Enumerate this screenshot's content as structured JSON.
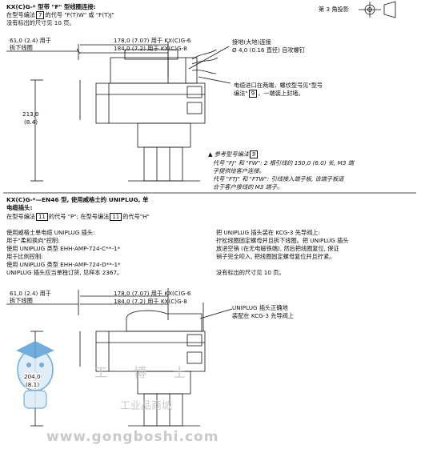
{
  "header": {
    "title_line1": "KX(C)G-* 型带 \"F\" 型线圈连接:",
    "title_line2_pre": "在型号编法",
    "title_line2_box": "7",
    "title_line2_post": "的代号 \"F(T)W\" 或 \"F(T)J\"",
    "title_line3": "没有标出的尺寸见 10 页。",
    "projection_label": "第 3 角投影"
  },
  "section1": {
    "dim_left_1": "61,0 (2.4) 用于",
    "dim_left_2": "拆下线圈",
    "dim_178": "178,0 (7.07) 用于 KX(C)G-6",
    "dim_184": "184,0 (7.2) 用于 KX(C)G-8",
    "ground_1": "接地(大地)连接",
    "ground_2": "Ø 4,0 (0.16 直径) 自攻螺钉",
    "cable_1": "电缆进口在两端，螺纹型号见\"型号",
    "cable_2_pre": "编法\"",
    "cable_2_box": "9",
    "cable_2_post": "，一端装上封堵。",
    "height_1": "213,0",
    "height_2": "(8.4)",
    "note_1_pre": "▲ 参考型号编法",
    "note_1_box": "9",
    "note_2": "代号 \"FJ\" 和 \"FW\": 2 根引线约 150,0 (6.0) 长, M3 端",
    "note_3": "子提供给客户连接。",
    "note_4": "代号 \"FTJ\" 和 \"FTW\": 引线接入端子板, 该端子板适",
    "note_5": "合于客户接线的 M3 端子。"
  },
  "section2": {
    "title_1": "KX(C)G-*—EN46 型, 使用威格士的 UNIPLUG, 单",
    "title_2": "电缆插头:",
    "title_3_pre": "在型号编法",
    "title_3_box1": "11",
    "title_3_mid": "的代号 \"P\"; 在型号编法",
    "title_3_box2": "11",
    "title_3_post": "的代号\"H\"",
    "left_1": "使用威格士单电缆 UNIPLUG 插头:",
    "left_2": "用于\"柔和换向\"控制:",
    "left_3": "使用 UNIPLUG 类型 EHH-AMP-724-C**-1*",
    "left_4": "用于比例控制:",
    "left_5": "使用 UNIPLUG 类型 EHH-AMP-724-D**-1*",
    "left_6": "UNIPLUG 插头应当单独订货, 见样本 2367。",
    "right_1": "把 UNIPLUG 插头装在 KCG-3 先导阀上:",
    "right_2": "拧松线圈固定螺母并且拆下线圈。把 UNIPLUG 插头",
    "right_3": "放进空销 (在无电磁铁端), 然后把线圈复位, 保证",
    "right_4": "销子完全咬入, 把线圈固定螺母复位并且拧紧。",
    "right_5": "没有标出的尺寸见 10 页。",
    "dim_left_1": "61,0 (2.4) 用于",
    "dim_left_2": "拆下线圈",
    "dim_178": "178,0 (7.07) 用于 KX(C)G-6",
    "dim_184": "184,0 (7.2) 用于 KX(C)G-8",
    "uniplug_1": "UNIPLUG 插头正确地",
    "uniplug_2": "装配在 KCG-3 先导阀上",
    "height_1": "204,0",
    "height_2": "(8.1)"
  },
  "watermark": {
    "brand_cn": "工业品商城",
    "chars": "工 博 士",
    "url": "www.gongboshi.com"
  },
  "colors": {
    "ink": "#111111",
    "watermark": "#c9c9c9",
    "mascot": "#5aa0d8"
  }
}
